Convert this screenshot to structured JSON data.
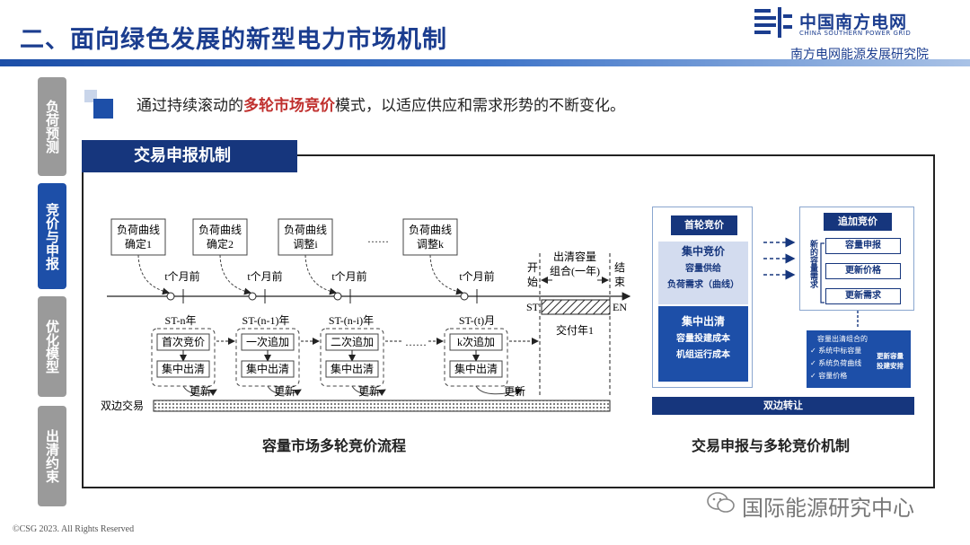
{
  "header": {
    "title": "二、面向绿色发展的新型电力市场机制",
    "logo_cn": "中国南方电网",
    "logo_en": "CHINA SOUTHERN POWER GRID",
    "institute": "南方电网能源发展研究院"
  },
  "sidebar": [
    {
      "label": "负荷预测",
      "active": false
    },
    {
      "label": "竞价与申报",
      "active": true
    },
    {
      "label": "优化模型",
      "active": false
    },
    {
      "label": "出清约束",
      "active": false
    }
  ],
  "intro": {
    "prefix": "通过持续滚动的",
    "highlight": "多轮市场竞价",
    "suffix": "模式，以适应供应和需求形势的不断变化。"
  },
  "section_title": "交易申报机制",
  "flow": {
    "curves": [
      {
        "l1": "负荷曲线",
        "l2": "确定1"
      },
      {
        "l1": "负荷曲线",
        "l2": "确定2"
      },
      {
        "l1": "负荷曲线",
        "l2": "调整i"
      },
      {
        "l1": "负荷曲线",
        "l2": "调整k"
      }
    ],
    "months_before": "t个月前",
    "ellipsis": "……",
    "periods": [
      "ST-n年",
      "ST-(n-1)年",
      "ST-(n-i)年",
      "ST-(t)月"
    ],
    "bids": [
      "首次竞价",
      "一次追加",
      "二次追加",
      "k次追加"
    ],
    "clear": "集中出清",
    "update": "更新",
    "bilateral": "双边交易",
    "start_l1": "开",
    "start_l2": "始",
    "st": "ST",
    "end_l1": "结",
    "end_l2": "束",
    "en": "EN",
    "clear_capacity_l1": "出清容量",
    "clear_capacity_l2": "组合(一年)",
    "delivery_year": "交付年1",
    "caption": "容量市场多轮竞价流程"
  },
  "mechanism": {
    "first_round": "首轮竞价",
    "centralized_bid": "集中竞价",
    "capacity_supply": "容量供给",
    "load_demand": "负荷需求（曲线）",
    "centralized_clear": "集中出清",
    "capacity_invest_cost": "容量投建成本",
    "unit_operation_cost": "机组运行成本",
    "additional_bid": "追加竞价",
    "new_capacity_demand": "新的容量需求",
    "capacity_report": "容量申报",
    "update_price": "更新价格",
    "update_demand": "更新需求",
    "opt_title": "容量出清组合的",
    "opt_items": [
      "系统中标容量",
      "系统负荷曲线",
      "容量价格"
    ],
    "opt_result": "更新容量投建安排",
    "bilateral_transfer": "双边转让",
    "caption": "交易申报与多轮竞价机制"
  },
  "footer": {
    "copyright": "©CSG 2023. All Rights Reserved",
    "watermark": "国际能源研究中心"
  },
  "colors": {
    "brand_dark": "#16367d",
    "brand": "#1d4fa8",
    "highlight": "#c0302e",
    "tab_inactive": "#9a9a9a"
  }
}
